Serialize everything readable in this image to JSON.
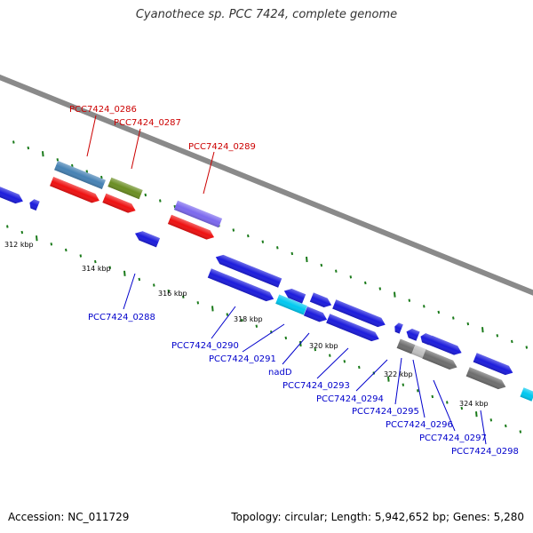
{
  "title": "Cyanothece sp. PCC 7424, complete genome",
  "footer": {
    "accession": "Accession: NC_011729",
    "summary": "Topology: circular; Length: 5,942,652 bp; Genes: 5,280"
  },
  "colors": {
    "backbone": "#8a8a8a",
    "tick": "#1a7a1a",
    "label_red": "#cc0000",
    "label_blue": "#0000cc",
    "gene_blue": "#1c1cdc",
    "gene_red": "#ee1111",
    "gene_steel": "#4682b4",
    "gene_olive": "#6b8e23",
    "gene_purple": "#7b68ee",
    "gene_cyan": "#00c8f0",
    "gene_gray": "#6e6e6e",
    "gene_lightgray": "#c0c0c0"
  },
  "kbp_labels": [
    "312 kbp",
    "314 kbp",
    "316 kbp",
    "318 kbp",
    "320 kbp",
    "322 kbp",
    "324 kbp"
  ],
  "gene_labels_top": [
    "PCC7424_0286",
    "PCC7424_0287",
    "PCC7424_0289"
  ],
  "gene_labels_bottom": [
    "PCC7424_0288",
    "PCC7424_0290",
    "PCC7424_0291",
    "nadD",
    "PCC7424_0293",
    "PCC7424_0294",
    "PCC7424_0295",
    "PCC7424_0296",
    "PCC7424_0297",
    "PCC7424_0298"
  ]
}
